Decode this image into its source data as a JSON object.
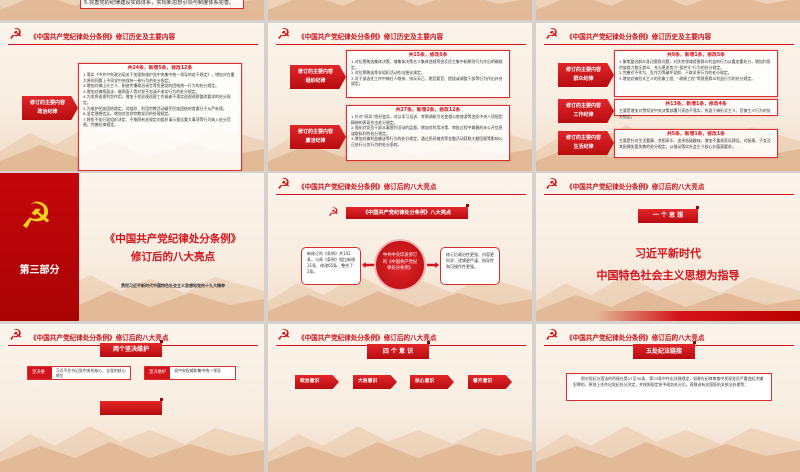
{
  "colors": {
    "accent": "#d4141c",
    "gap": "#d6d1cc",
    "background": "#f8ece0"
  },
  "icons": {
    "emblem": "hammer-sickle-icon"
  },
  "top_row": {
    "col1_text": "5.完善党的纪律建设实践体系，实现新思想引领与制度体系完善。"
  },
  "header_history": "《中国共产党纪律处分条例》修订历史及主要内容",
  "header_highlights": "《中国共产党纪律处分条例》修订后的八大亮点",
  "label_prefix": "修订的主要内容",
  "political": {
    "label": "政治纪律",
    "heading": "共24条，新增5条，修改12条",
    "items": [
      "1.落实《中共中央政治局关于加强和维护党中央集中统一领导的若干规定》，增加对在重大原则问题上不同党中央保持一致行为的处分规定。",
      "2.增加对搞山头主义、制造传播政治谣言等危害党的团结统一行为的处分规定。",
      "3.增加对搞两面派、做两面人等对党不忠诚不老实行为的处分规定。",
      "4.为发挥巡视利剑作用，增加干扰巡视巡察工作或者不落实巡视巡察整改要求的处分规定。",
      "5.为维护民族团结稳定，对组织、利用宗教活动破坏民族团结的首要分子从严处理。",
      "6.坚定理想信念，增加对信仰宗教党员的处理规定。",
      "7.将拒不执行党组织决定、不按照有关规定向组织请示报告重大事项等行为纳入处分范围，完善纪律规定。"
    ]
  },
  "organizational": {
    "label": "组织纪律",
    "heading": "共15条，修改5条",
    "items": [
      "1.对拉票贿选集体决策、借集体决策名义集体违规等违反民主集中制原则行为作出明确规定。",
      "2.对拉票贿选等非组织活动作出细化规定。",
      "3.对干部选任工作中搞任人唯亲、排斥异己、跑官要官、提拔或调整干部等行为作出补充规定。"
    ]
  },
  "integrity": {
    "label": "廉洁纪律",
    "heading": "共27条，新增2条，修改12条",
    "items": [
      "1.针对“四风”隐形变异，对以学习培训、考察调研为名变相公款旅游等违反中央八项规定精神的表现作出处分规定。",
      "2.强化对党员干部从事营利活动的监督，增加对利用决策、审批过程中掌握的未公开信息谋取私利的处分规定。",
      "3.增加对搞利益输送等行为的处分规定，通过民间借贷等金融活动获取大额回报等影响公正执行公务行为的处分条款。"
    ]
  },
  "mass": {
    "label": "群众纪律",
    "heading": "共9条，新增1条，修改5条",
    "items": [
      "1.聚焦整治群众身边腐败问题，对扶贫领域侵害群众利益的行为从重加重处分，增加利用宗族势力欺压群众、充当黑恶势力“保护伞”行为的处分规定。",
      "2.完善对不作为、乱作为等破坏党群、干群关系行为的处分规定。",
      "3.增加对搞形式主义的形象工程、“政绩工程”等损害群众利益行为的处分规定。"
    ]
  },
  "work": {
    "label": "工作纪律",
    "heading": "共13条，新增1条，修改4条",
    "items": [
      "主要是增加对贯彻党中央决策部署只表态不落实，热衷于搞形式主义、官僚主义行为的处分规定。"
    ]
  },
  "life": {
    "label": "生活纪律",
    "heading": "共5条，新增1条，修改1条",
    "items": [
      "主要是针对生活奢靡、贪图享乐、追求低级趣味，增加不重视家风建设，对配偶、子女及其配偶失管失教的处分规定，以推动落实社会主义核心价值观要求。"
    ]
  },
  "section": {
    "part": "第三部分",
    "title_line1": "《中国共产党纪律处分条例》",
    "title_line2": "修订后的八大亮点",
    "subtitle": "贯彻习近平新时代中国特色社会主义思想和党的十九大精神"
  },
  "eight": {
    "subtitle": "《中国共产党纪律处分条例》八大亮点",
    "left": "新修订的《条例》共142条，与原《条例》相比新增11条、修改65条、整合了2条。",
    "center": "中共中央印发修订的《中国共产党纪律处分条例》",
    "right": "修订后政治性更强、内容更科学、逻辑更严谨、指导性和可操作性更强。"
  },
  "thought": {
    "ribbon": "一 个 思 想",
    "line1": "习近平新时代",
    "line2": "中国特色社会主义思想为指导"
  },
  "two": {
    "ribbon": "两个坚决维护",
    "items": [
      {
        "tag": "坚决维护",
        "text": "习近平总书记党中央的核心、全党的核心地位"
      },
      {
        "tag": "坚决维护",
        "text": "党中央权威和集中统一领导"
      }
    ]
  },
  "four": {
    "ribbon": "四 个 意 识",
    "items": [
      "政治意识",
      "大局意识",
      "核心意识",
      "看齐意识"
    ]
  },
  "five": {
    "ribbon": "五处纪法链接",
    "text": "即对党纪与国法的衔接在第27至30条、第33条中作出详细规定，如果在纪律审查中发现党员严重违纪涉嫌犯罪的，原则上先作出党纪处分决定，并按照规定给予政务处分后，再移送有关国家机关依法处理等；"
  }
}
